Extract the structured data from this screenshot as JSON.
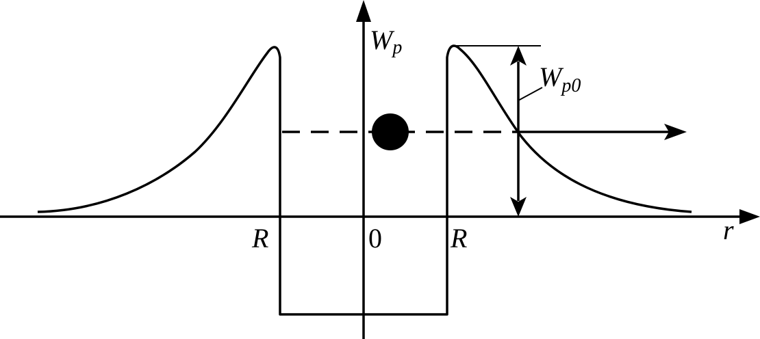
{
  "diagram": {
    "axes": {
      "vertical_label_main": "W",
      "vertical_label_sub": "p",
      "horizontal_label": "r",
      "origin_label": "0"
    },
    "boundary_labels": {
      "left": "R",
      "right": "R"
    },
    "barrier_height_label": {
      "main": "W",
      "sub": "p0"
    }
  }
}
